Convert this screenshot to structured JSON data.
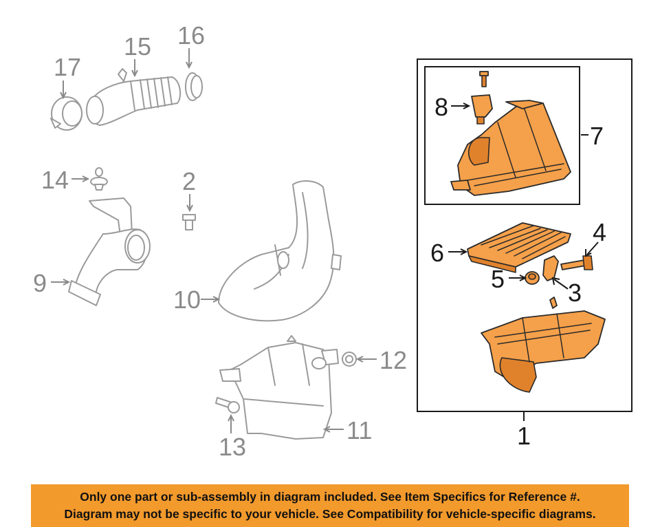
{
  "callouts": {
    "c1": "1",
    "c2": "2",
    "c3": "3",
    "c4": "4",
    "c5": "5",
    "c6": "6",
    "c7": "7",
    "c8": "8",
    "c9": "9",
    "c10": "10",
    "c11": "11",
    "c12": "12",
    "c13": "13",
    "c14": "14",
    "c15": "15",
    "c16": "16",
    "c17": "17"
  },
  "disclaimer": {
    "line1": "Only one part or sub-assembly in diagram included. See Item Specifics for Reference #.",
    "line2": "Diagram may not be specific to your vehicle. See Compatibility for vehicle-specific diagrams."
  },
  "colors": {
    "highlight": "#f5a04a",
    "banner": "#f39a2c",
    "grey_part": "#9a9a9a"
  }
}
